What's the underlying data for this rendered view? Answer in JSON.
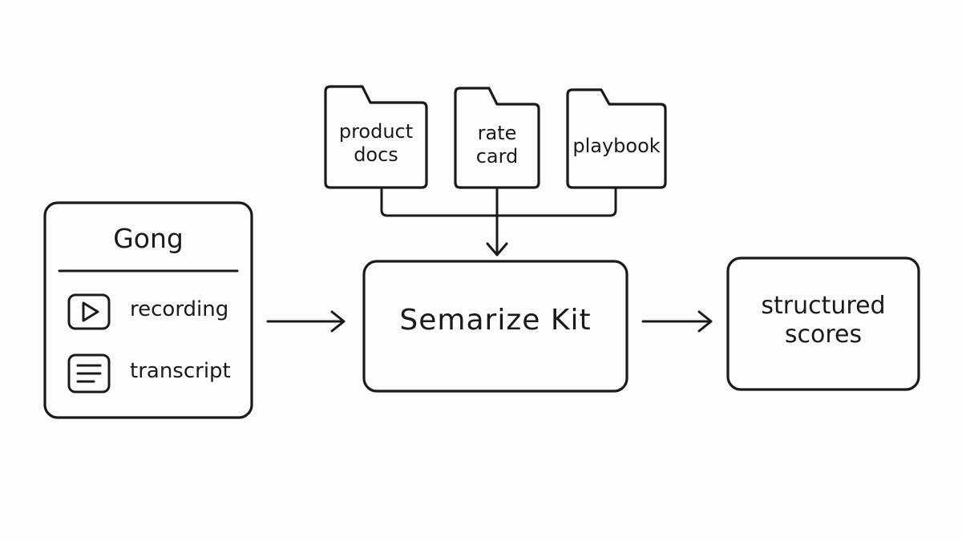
{
  "folders": [
    {
      "label": "product\ndocs"
    },
    {
      "label": "rate\ncard"
    },
    {
      "label": "playbook"
    }
  ],
  "source": {
    "title": "Gong",
    "items": [
      {
        "icon": "play-icon",
        "label": "recording"
      },
      {
        "icon": "document-lines-icon",
        "label": "transcript"
      }
    ]
  },
  "process": {
    "label": "Semarize Kit"
  },
  "output": {
    "label": "structured\nscores"
  }
}
